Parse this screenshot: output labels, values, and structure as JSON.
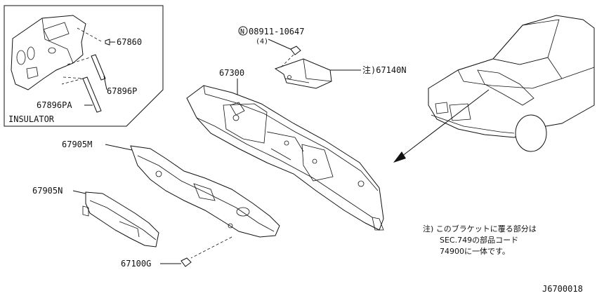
{
  "labels": {
    "p67860": "67860",
    "p67896P": "67896P",
    "p67896PA": "67896PA",
    "insulator": "INSULATOR",
    "p08911_circle": "N",
    "p08911": "08911-10647",
    "p08911_qty": "(4)",
    "p67300": "67300",
    "p67140N": "注)67140N",
    "p67905M": "67905M",
    "p67905N": "67905N",
    "p67100G": "67100G"
  },
  "note": {
    "line1": "注) このブラケットに覆る部分は",
    "line2": "SEC.749の部品コード",
    "line3": "74900に一体です。"
  },
  "diagram_code": "J6700018"
}
